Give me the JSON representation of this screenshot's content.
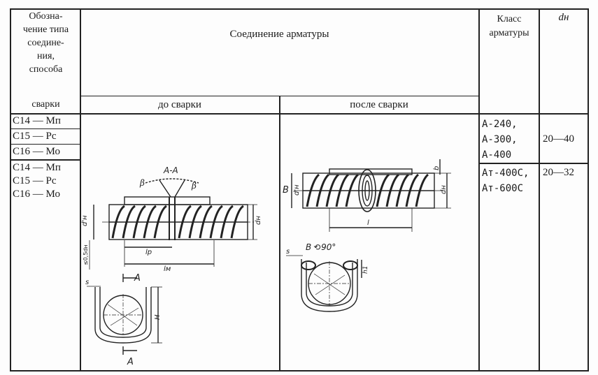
{
  "header": {
    "col1_lines": [
      "Обозна-",
      "чение типа",
      "соедине-",
      "ния,",
      "способа"
    ],
    "col1_last": "сварки",
    "main": "Соединение арматуры",
    "before": "до сварки",
    "after": "после сварки",
    "class": "Класс арматуры",
    "dn": "dн"
  },
  "rows": {
    "group1": [
      "С14 — Мп",
      "С15 — Рс",
      "С16 — Мо"
    ],
    "group2": [
      "С14 — Мп",
      "С15 — Рс",
      "С16 — Мо"
    ],
    "class1": [
      "А-240,",
      "А-300,",
      "А-400"
    ],
    "dn1": "20—40",
    "class2": [
      "Ат-400С,",
      "Ат-600С"
    ],
    "dn2": "20—32"
  },
  "drawing_labels": {
    "section_aa": "A-A",
    "beta": "β",
    "a": "A",
    "a2": "A",
    "s": "s",
    "h": "H",
    "dn_prime": "d'н",
    "dn": "dн",
    "lp": "lр",
    "lm": "lм",
    "gap": "≤0,5dн",
    "view_b": "B",
    "view_b90": "B ⟲90°",
    "b": "b",
    "l": "l",
    "h1": "h1",
    "s2": "s"
  }
}
